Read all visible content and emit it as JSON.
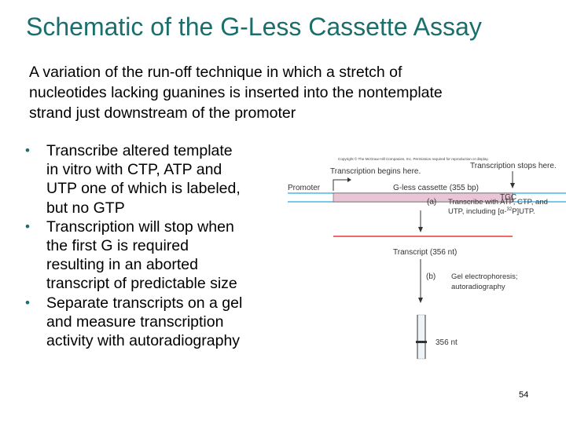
{
  "slide": {
    "title": "Schematic of the G-Less Cassette Assay",
    "intro_lines": [
      "A variation of the run-off technique in which a stretch of",
      "nucleotides lacking guanines is inserted into the  nontemplate",
      "strand just downstream of the promoter"
    ],
    "bullets": [
      {
        "lines": [
          "Transcribe altered template",
          "in vitro with CTP, ATP and",
          "UTP one of which is labeled,",
          "but no GTP"
        ]
      },
      {
        "lines": [
          "Transcription will stop when",
          "the first G is required",
          "resulting in an aborted",
          "transcript of predictable size"
        ]
      },
      {
        "lines": [
          "Separate transcripts on a gel",
          "and measure transcription",
          "activity with autoradiography"
        ]
      }
    ],
    "bullet_glyph": "•",
    "page_number": "54"
  },
  "figure": {
    "copyright": "Copyright © The McGraw-Hill Companies, Inc. Permission required for reproduction or display.",
    "transcription_begins": "Transcription begins here.",
    "transcription_stops": "Transcription stops here.",
    "promoter": "Promoter",
    "g_less_cassette": "G-less cassette (355 bp)",
    "tgc": "TGC",
    "step_a_label": "(a)",
    "step_a_line1": "Transcribe with ATP, CTP, and",
    "step_a_line2_prefix": "UTP, including [",
    "step_a_alpha": "α",
    "step_a_dash": "-",
    "step_a_superscript": "32",
    "step_a_line2_suffix": "P]UTP.",
    "transcript_label": "Transcript (356 nt)",
    "step_b_label": "(b)",
    "step_b_line1": "Gel electrophoresis;",
    "step_b_line2": "autoradiography",
    "band_label": "356 nt"
  },
  "colors": {
    "title": "#1a6e6b",
    "bullet": "#1a6e6b",
    "dna_line": "#29a9e0",
    "cassette_fill": "#e8c6d8",
    "transcript": "#e53935",
    "figure_text": "#333333"
  }
}
